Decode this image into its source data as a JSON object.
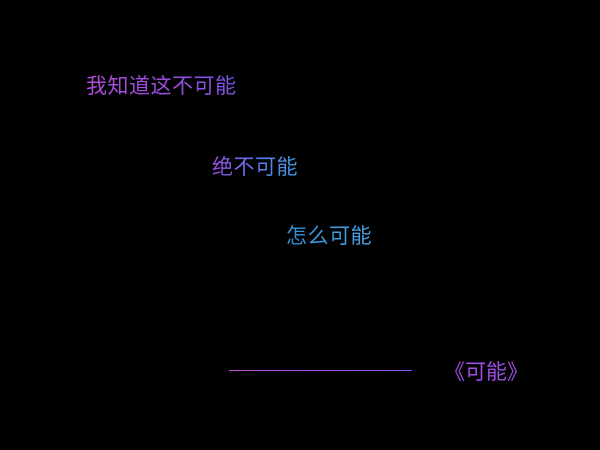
{
  "lyrics": {
    "line1": "我知道这不可能",
    "line2": "绝不可能",
    "line3": "怎么可能"
  },
  "footer": {
    "title": "《可能》"
  },
  "colors": {
    "background": "#000000",
    "purple": "#b04bd8",
    "violet": "#9f4ee4",
    "blue": "#3f9ce6"
  }
}
